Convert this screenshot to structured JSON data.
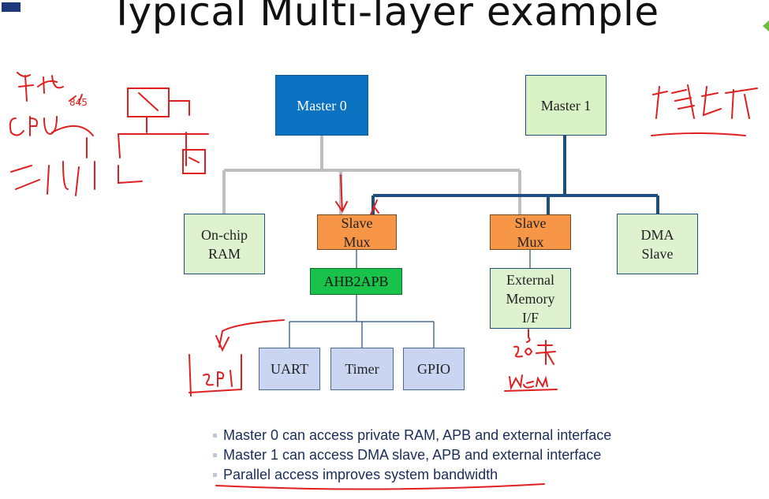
{
  "title": "Typical Multi-layer example",
  "blocks": {
    "master0": "Master 0",
    "master1": "Master 1",
    "onchip_ram": "On-chip\nRAM",
    "slave_mux_1": "Slave\nMux",
    "slave_mux_2": "Slave\nMux",
    "dma_slave": "DMA\nSlave",
    "ahb2apb": "AHB2APB",
    "external_memory": "External\nMemory\nI/F",
    "uart": "UART",
    "timer": "Timer",
    "gpio": "GPIO"
  },
  "bullets": [
    "Master 0 can access private RAM, APB and external interface",
    "Master 1 can access DMA slave, APB and external interface",
    "Parallel access improves system bandwidth"
  ],
  "colors": {
    "master0": "#0a72c0",
    "master_light": "#d8f2c6",
    "mux": "#f79646",
    "ahb2apb": "#19c24a",
    "peripheral": "#cad5f1",
    "bus_master0": "#bfbfbf",
    "bus_master1": "#1f4f7b",
    "annotation": "#e02020"
  }
}
